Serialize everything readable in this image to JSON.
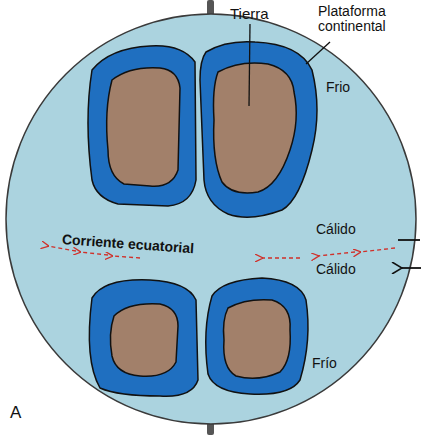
{
  "diagram": {
    "labels": [
      "Tierra",
      "Plataforma continental",
      "Frio",
      "Cálido",
      "Corriente ecuatorial",
      "Cálido",
      "Frío",
      "A"
    ]
  }
}
